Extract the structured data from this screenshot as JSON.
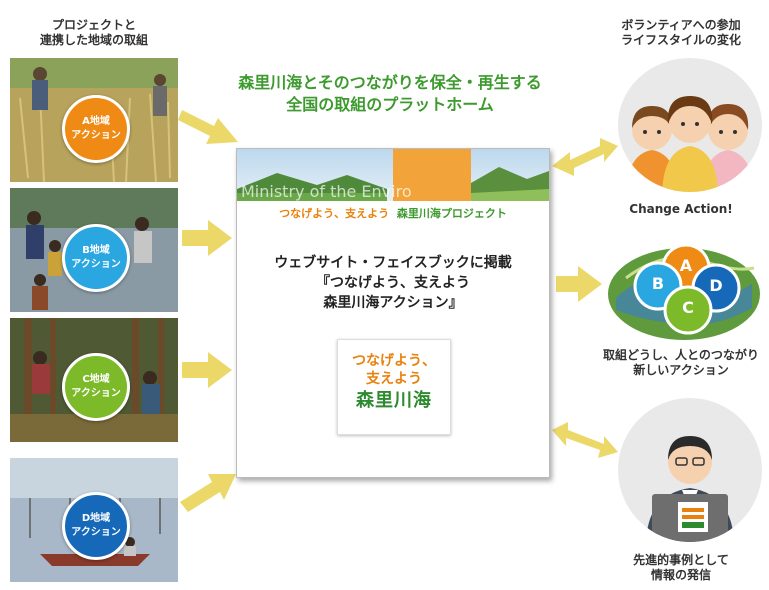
{
  "left_title": [
    "プロジェクトと",
    "連携した地域の取組"
  ],
  "headline": [
    "森里川海とそのつながりを保全・再生する",
    "全国の取組のプラットホーム"
  ],
  "actions": [
    {
      "label1": "A地域",
      "label2": "アクション",
      "color": "#ef8a14"
    },
    {
      "label1": "B地域",
      "label2": "アクション",
      "color": "#2aa6e0"
    },
    {
      "label1": "C地域",
      "label2": "アクション",
      "color": "#7cba2a"
    },
    {
      "label1": "D地域",
      "label2": "アクション",
      "color": "#1669b8"
    }
  ],
  "card": {
    "banner_text": "Ministry of the Enviro",
    "sub_orange": "つなげよう、支えよう",
    "sub_green": "森里川海プロジェクト",
    "line1": "ウェブサイト・フェイスブックに掲載",
    "line2": "『つなげよう、支えよう",
    "line3": "森里川海アクション』",
    "logo_line1": "つなげよう、",
    "logo_line2": "支えよう",
    "logo_line3": "森里川海"
  },
  "right": {
    "top_title": [
      "ボランティアへの参加",
      "ライフスタイルの変化"
    ],
    "change_action": "Change Action!",
    "abcd": [
      "A",
      "B",
      "C",
      "D"
    ],
    "mid_caption": [
      "取組どうし、人とのつながり",
      "新しいアクション"
    ],
    "bottom_caption": [
      "先進的事例として",
      "情報の発信"
    ]
  },
  "colors": {
    "headline_green": "#3d9a2e",
    "arrow_yellow": "#ecd869",
    "sub_orange": "#e8820e",
    "sub_green": "#3d9a2e"
  }
}
